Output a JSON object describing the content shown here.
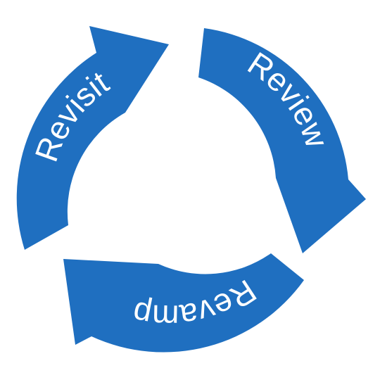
{
  "diagram": {
    "type": "cycle",
    "color": "#1f6fc0",
    "label_color": "#ffffff",
    "steps": [
      {
        "label": "Review"
      },
      {
        "label": "Revamp"
      },
      {
        "label": "Revisit"
      }
    ]
  }
}
